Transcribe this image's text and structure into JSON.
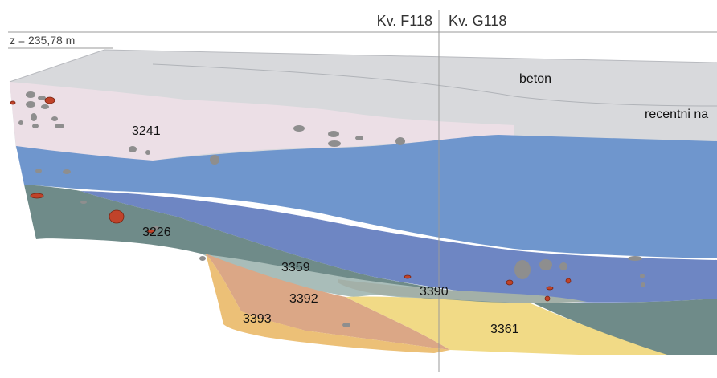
{
  "header": {
    "square_left": "Kv. F118",
    "square_right": "Kv. G118",
    "elevation": "z = 235,78 m"
  },
  "layers": {
    "beton": "beton",
    "recent": "recentni na",
    "l3241": "3241",
    "l3226": "3226",
    "l3359": "3359",
    "l3392": "3392",
    "l3393": "3393",
    "l3390": "3390",
    "l3361": "3361"
  },
  "colors": {
    "concrete": "#d8d9dc",
    "recent_fill": "#d3d5d8",
    "pink": "#ecdfe6",
    "blue": "#6f96cd",
    "blue_dark": "#6e86c3",
    "teal": "#6f8b89",
    "teal_light": "#a9bdb9",
    "salmon": "#dba786",
    "orange": "#ecc077",
    "yellow": "#f1da86",
    "stone": "#8e8e8e",
    "brick": "#c0432a",
    "grid": "#9a9a9a"
  }
}
